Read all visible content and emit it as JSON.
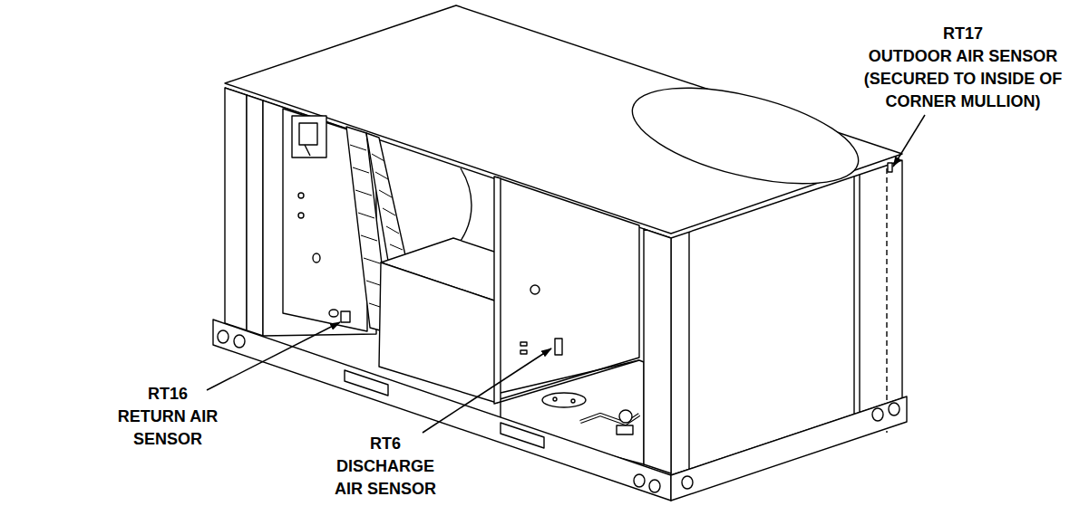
{
  "diagram": {
    "labels": [
      "RT17",
      "OUTDOOR AIR SENSOR (SECURED TO INSIDE OF CORNER MULLION)",
      "RT16",
      "RETURN AIR SENSOR",
      "RT6",
      "DISCHARGE AIR SENSOR"
    ]
  }
}
